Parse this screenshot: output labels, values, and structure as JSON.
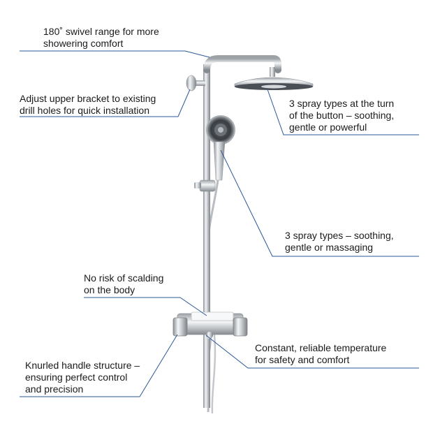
{
  "callouts": [
    {
      "id": "swivel",
      "lines": [
        "180˚ swivel range for more",
        "showering comfort"
      ]
    },
    {
      "id": "bracket",
      "lines": [
        "Adjust upper bracket to existing",
        "drill holes for quick installation"
      ]
    },
    {
      "id": "headshower",
      "lines": [
        "3 spray types at the turn",
        "of the button – soothing,",
        "gentle or powerful"
      ]
    },
    {
      "id": "handshower",
      "lines": [
        "3 spray types – soothing,",
        "gentle or massaging"
      ]
    },
    {
      "id": "scalding",
      "lines": [
        "No risk of scalding",
        "on the body"
      ]
    },
    {
      "id": "temperature",
      "lines": [
        "Constant, reliable temperature",
        "for safety and comfort"
      ]
    },
    {
      "id": "handle",
      "lines": [
        "Knurled handle structure –",
        "ensuring perfect control",
        "and precision"
      ]
    }
  ],
  "colors": {
    "leader": "#2b5797",
    "text": "#1a1a1a",
    "chrome_dark": "#8c9196",
    "chrome_light": "#f2f4f5"
  }
}
